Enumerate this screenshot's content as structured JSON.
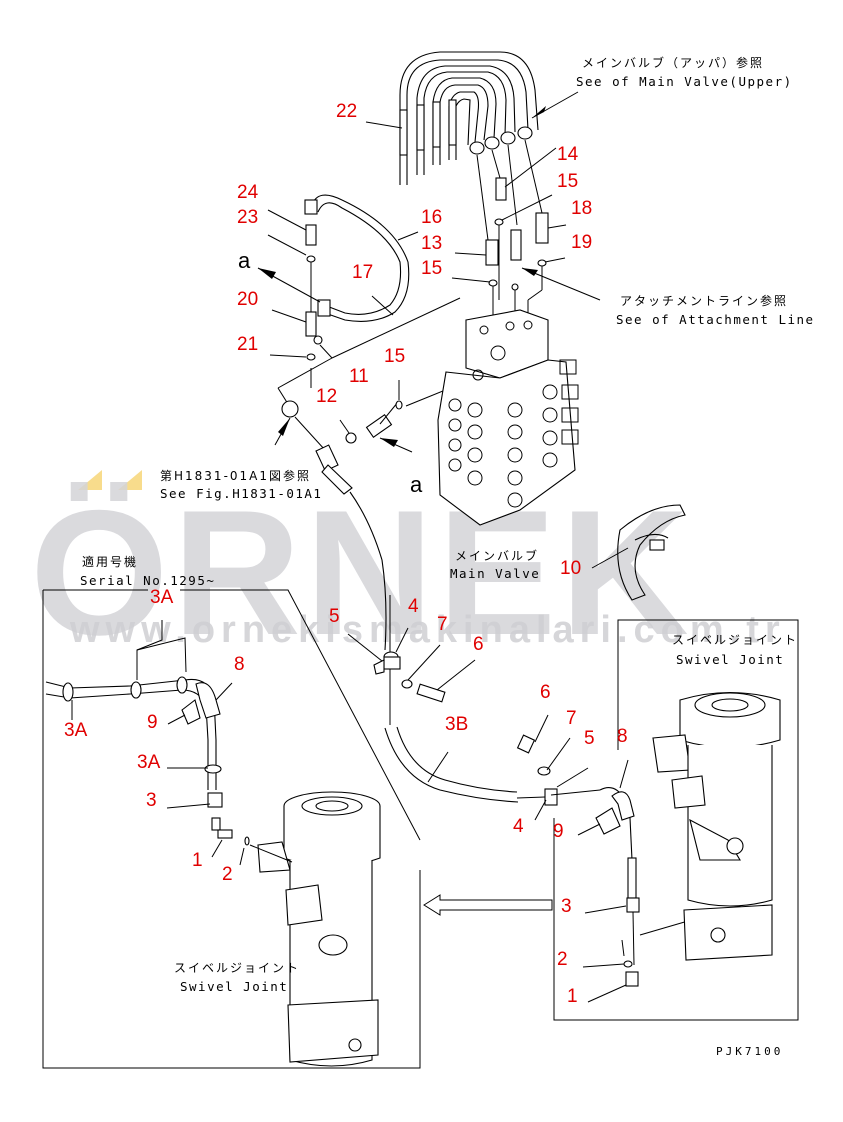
{
  "diagram": {
    "title_code": "PJK7100",
    "watermark": {
      "brand": "ÖRNEK",
      "url": "www.ornekismakinalari.com.tr",
      "brand_color": "#d4d4d8",
      "accent_color": "#f8dc8c"
    },
    "callout_color": "#e00000",
    "notes": {
      "main_valve_upper_jp": "メインバルブ（アッパ）参照",
      "main_valve_upper_en": "See of Main Valve(Upper)",
      "attachment_line_jp": "アタッチメントライン参照",
      "attachment_line_en": "See of Attachment Line",
      "fig_ref_jp": "第H1831-01A1図参照",
      "fig_ref_en": "See Fig.H1831-01A1",
      "serial_jp": "適用号機",
      "serial_en": "Serial No.1295~",
      "main_valve_jp": "メインバルブ",
      "main_valve_en": "Main Valve",
      "swivel_right_jp": "スイベルジョイント",
      "swivel_right_en": "Swivel Joint",
      "swivel_left_jp": "スイベルジョイント",
      "swivel_left_en": "Swivel Joint",
      "view_a_1": "a",
      "view_a_2": "a"
    },
    "callouts": {
      "c22": "22",
      "c14": "14",
      "c15a": "15",
      "c18": "18",
      "c19": "19",
      "c24": "24",
      "c23": "23",
      "c16": "16",
      "c13": "13",
      "c15b": "15",
      "c17": "17",
      "c20": "20",
      "c21": "21",
      "c15c": "15",
      "c11": "11",
      "c12": "12",
      "c10": "10",
      "l_3A_top": "3A",
      "l_8": "8",
      "l_3A_left": "3A",
      "l_9": "9",
      "l_3A_mid": "3A",
      "l_3": "3",
      "l_1": "1",
      "l_2": "2",
      "m_5": "5",
      "m_4": "4",
      "m_7": "7",
      "m_6": "6",
      "m_3B": "3B",
      "r_6": "6",
      "r_7": "7",
      "r_5": "5",
      "r_8": "8",
      "r_4": "4",
      "r_9": "9",
      "r_3": "3",
      "r_2": "2",
      "r_1": "1"
    }
  }
}
